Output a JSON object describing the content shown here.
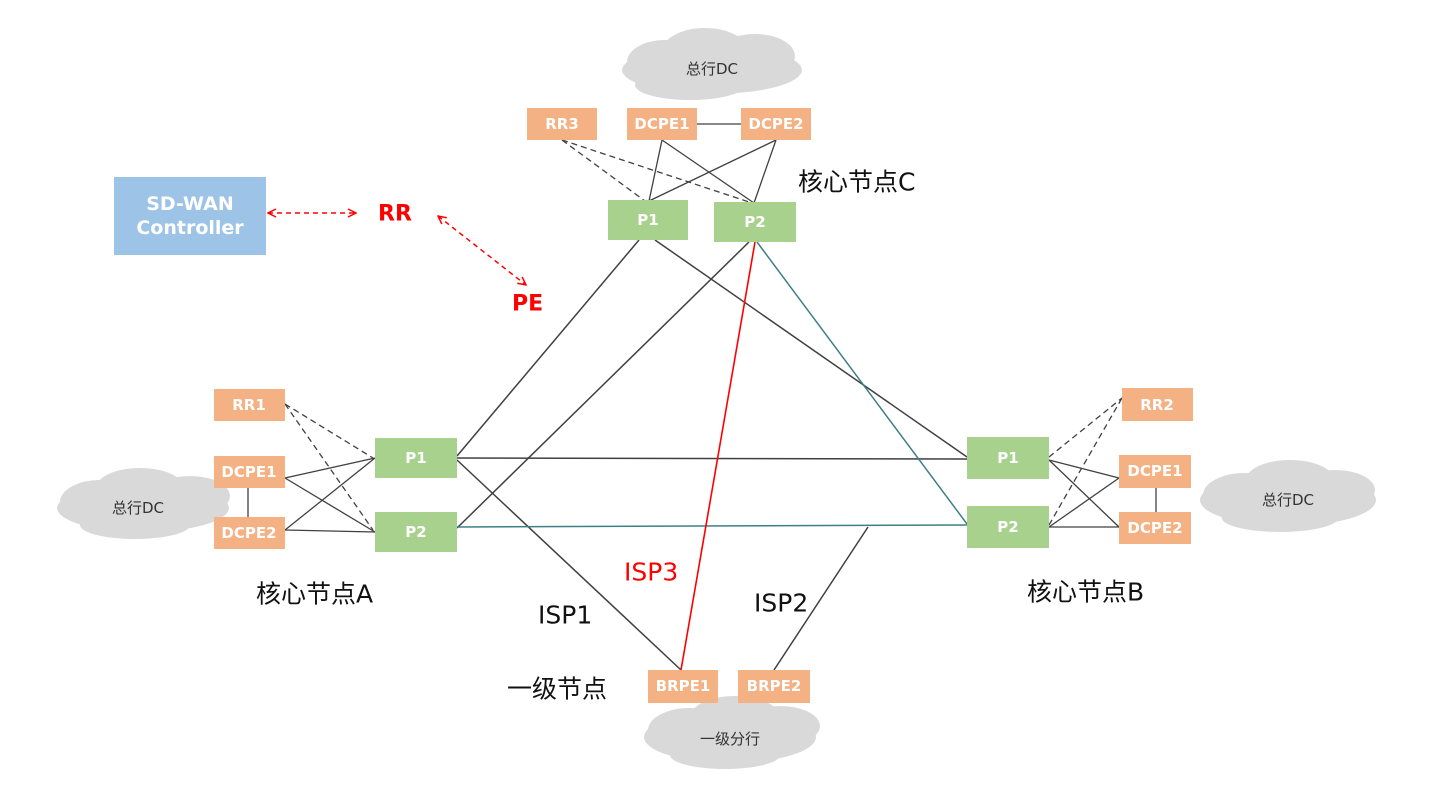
{
  "controller": {
    "line1": "SD-WAN",
    "line2": "Controller"
  },
  "labels": {
    "rr": "RR",
    "pe": "PE",
    "node_c": "核心节点C",
    "node_a": "核心节点A",
    "node_b": "核心节点B",
    "node_level1": "一级节点",
    "isp1": "ISP1",
    "isp2": "ISP2",
    "isp3": "ISP3"
  },
  "clouds": {
    "top": "总行DC",
    "left": "总行DC",
    "right": "总行DC",
    "bottom": "一级分行"
  },
  "devices": {
    "c_rr": "RR3",
    "c_dcpe1": "DCPE1",
    "c_dcpe2": "DCPE2",
    "c_p1": "P1",
    "c_p2": "P2",
    "a_rr": "RR1",
    "a_dcpe1": "DCPE1",
    "a_dcpe2": "DCPE2",
    "a_p1": "P1",
    "a_p2": "P2",
    "b_rr": "RR2",
    "b_dcpe1": "DCPE1",
    "b_dcpe2": "DCPE2",
    "b_p1": "P1",
    "b_p2": "P2",
    "brpe1": "BRPE1",
    "brpe2": "BRPE2"
  },
  "colors": {
    "orange": "#f4b183",
    "green": "#a9d18e",
    "controller": "#9dc3e6",
    "red": "#ff0000",
    "teal": "#3d7f86",
    "line": "#404040",
    "cloud": "#d9d9d9"
  }
}
